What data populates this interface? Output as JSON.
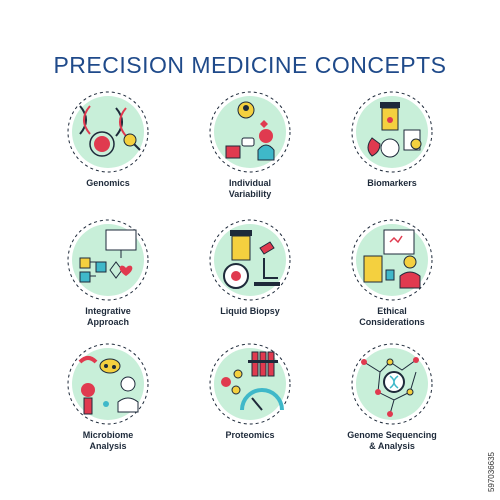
{
  "title": "PRECISION MEDICINE CONCEPTS",
  "colors": {
    "title": "#1f4a8a",
    "mint": "#c8efd9",
    "red": "#e03a4f",
    "yellow": "#f4d03f",
    "teal": "#3fb8c9",
    "navy": "#1e2a3a"
  },
  "icons": [
    {
      "label1": "Genomics",
      "label2": "",
      "icon": "dna-icon"
    },
    {
      "label1": "Individual",
      "label2": "Variability",
      "icon": "people-heart-icon"
    },
    {
      "label1": "Biomarkers",
      "label2": "",
      "icon": "test-tube-icon"
    },
    {
      "label1": "Integrative",
      "label2": "Approach",
      "icon": "flowchart-icon"
    },
    {
      "label1": "Liquid Biopsy",
      "label2": "",
      "icon": "microscope-icon"
    },
    {
      "label1": "Ethical",
      "label2": "Considerations",
      "icon": "document-doctor-icon"
    },
    {
      "label1": "Microbiome",
      "label2": "Analysis",
      "icon": "bacteria-icon"
    },
    {
      "label1": "Proteomics",
      "label2": "",
      "icon": "test-tubes-gauge-icon"
    },
    {
      "label1": "Genome Sequencing",
      "label2": "& Analysis",
      "icon": "molecule-network-icon"
    }
  ],
  "stock_id": "597036635"
}
